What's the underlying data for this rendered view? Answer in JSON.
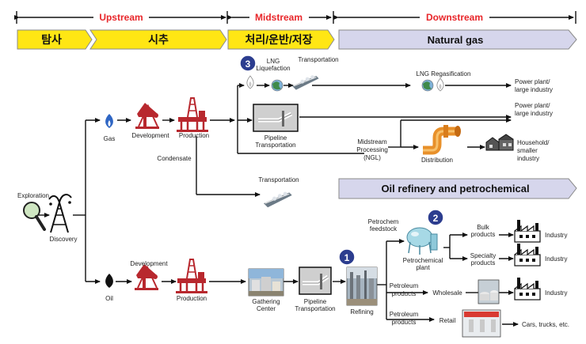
{
  "sections": {
    "upstream": "Upstream",
    "midstream": "Midstream",
    "downstream": "Downstream"
  },
  "banners": {
    "exploration_kr": "탐사",
    "drilling_kr": "시추",
    "midstream_kr": "처리/운반/저장",
    "natural_gas": "Natural gas",
    "oil_refinery": "Oil refinery and petrochemical"
  },
  "badges": {
    "badge_1": "1",
    "badge_2": "2",
    "badge_3": "3"
  },
  "labels": {
    "exploration": "Exploration",
    "discovery": "Discovery",
    "gas": "Gas",
    "oil": "Oil",
    "gas_development": "Development",
    "gas_production": "Production",
    "condensate": "Condensate",
    "oil_development": "Development",
    "oil_production": "Production",
    "lng_liquefaction_1": "LNG",
    "lng_liquefaction_2": "Liquefaction",
    "lng_transportation": "Transportation",
    "lng_regasification": "LNG Regasification",
    "power_plant_1a": "Power plant/",
    "power_plant_1b": "large industry",
    "power_plant_2a": "Power plant/",
    "power_plant_2b": "large industry",
    "gas_pipeline_1": "Pipeline",
    "gas_pipeline_2": "Transportation",
    "midstream_processing_1": "Midstream",
    "midstream_processing_2": "Processing",
    "midstream_processing_3": "(NGL)",
    "distribution": "Distribution",
    "household_1": "Household/",
    "household_2": "smaller",
    "household_3": "industry",
    "condensate_transportation": "Transportation",
    "gathering_center_1": "Gathering",
    "gathering_center_2": "Center",
    "oil_pipeline_1": "Pipeline",
    "oil_pipeline_2": "Transportation",
    "refining": "Refining",
    "petrochem_feedstock_1": "Petrochem",
    "petrochem_feedstock_2": "feedstock",
    "petrochemical_plant_1": "Petrochemical",
    "petrochemical_plant_2": "plant",
    "bulk_products_1": "Bulk",
    "bulk_products_2": "products",
    "specialty_products_1": "Specialty",
    "specialty_products_2": "products",
    "petroleum_products_w1": "Petroleum",
    "petroleum_products_w2": "products",
    "wholesale": "Wholesale",
    "petroleum_products_r1": "Petroleum",
    "petroleum_products_r2": "products",
    "retail": "Retail",
    "industry_1": "Industry",
    "industry_2": "Industry",
    "industry_3": "Industry",
    "cars_trucks": "Cars, trucks, etc."
  },
  "colors": {
    "section_red": "#e8262a",
    "chevron_yellow": "#ffe614",
    "banner_lavender": "#d6d6ec",
    "badge_blue": "#2c3d8f",
    "derrick_red": "#b8282e",
    "gas_blue": "#2f66c4"
  }
}
